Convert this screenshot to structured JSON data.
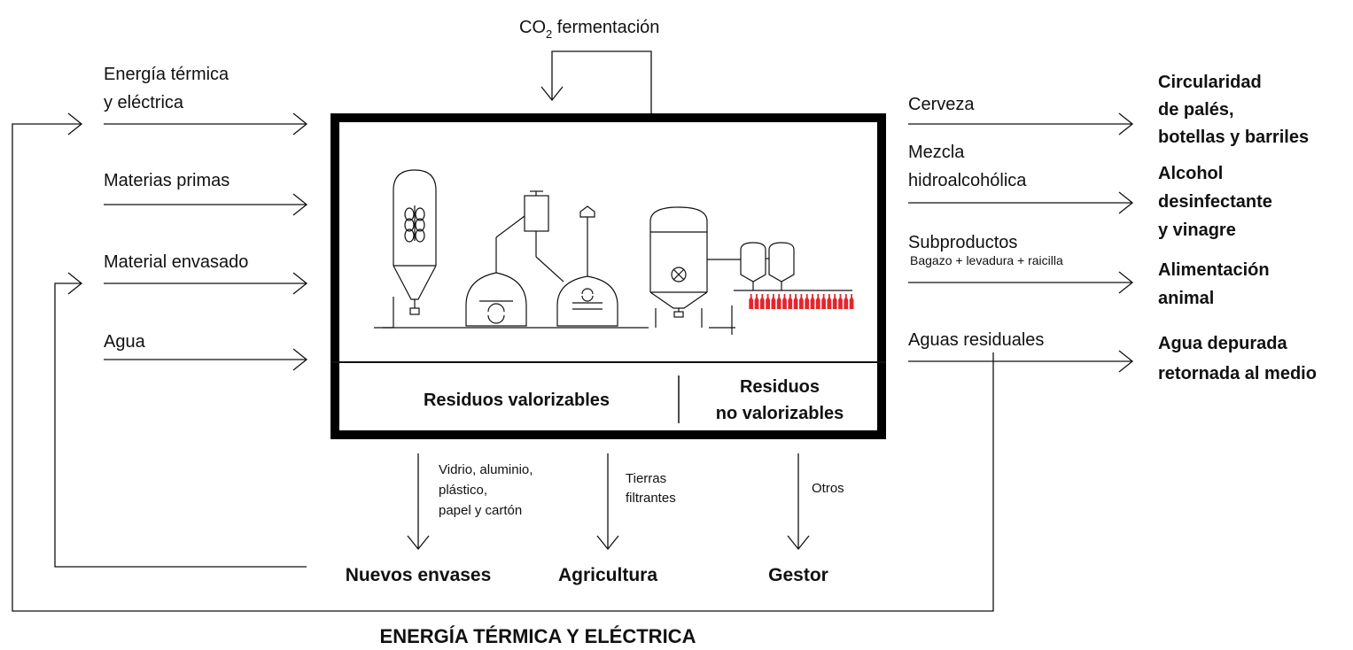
{
  "top": {
    "co2_prefix": "CO",
    "co2_sub": "2",
    "co2_suffix": " fermentación"
  },
  "inputs": [
    {
      "line1": "Energía térmica",
      "line2": "y eléctrica"
    },
    {
      "line1": "Materias primas"
    },
    {
      "line1": "Material envasado"
    },
    {
      "line1": "Agua"
    }
  ],
  "outputs": [
    {
      "line1": "Cerveza"
    },
    {
      "line1": "Mezcla",
      "line2": "hidroalcohólica"
    },
    {
      "line1": "Subproductos",
      "sub": "Bagazo + levadura + raicilla"
    },
    {
      "line1": "Aguas residuales"
    }
  ],
  "destinations": [
    {
      "lines": [
        "Circularidad",
        "de palés,",
        "botellas y barriles"
      ]
    },
    {
      "lines": [
        "Alcohol",
        "desinfectante",
        "y vinagre"
      ]
    },
    {
      "lines": [
        "Alimentación",
        "animal"
      ]
    },
    {
      "lines": [
        "Agua depurada",
        "retornada al medio"
      ]
    }
  ],
  "box": {
    "valorizables": "Residuos valorizables",
    "no_valorizables_line1": "Residuos",
    "no_valorizables_line2": "no valorizables",
    "bottle_color": "#e3262d"
  },
  "waste_flows": [
    {
      "lines": [
        "Vidrio, aluminio,",
        "plástico,",
        "papel y cartón"
      ],
      "destination": "Nuevos envases"
    },
    {
      "lines": [
        "Tierras",
        "filtrantes"
      ],
      "destination": "Agricultura"
    },
    {
      "lines": [
        "Otros"
      ],
      "destination": "Gestor"
    }
  ],
  "footer": {
    "title": "ENERGÍA TÉRMICA Y ELÉCTRICA"
  }
}
